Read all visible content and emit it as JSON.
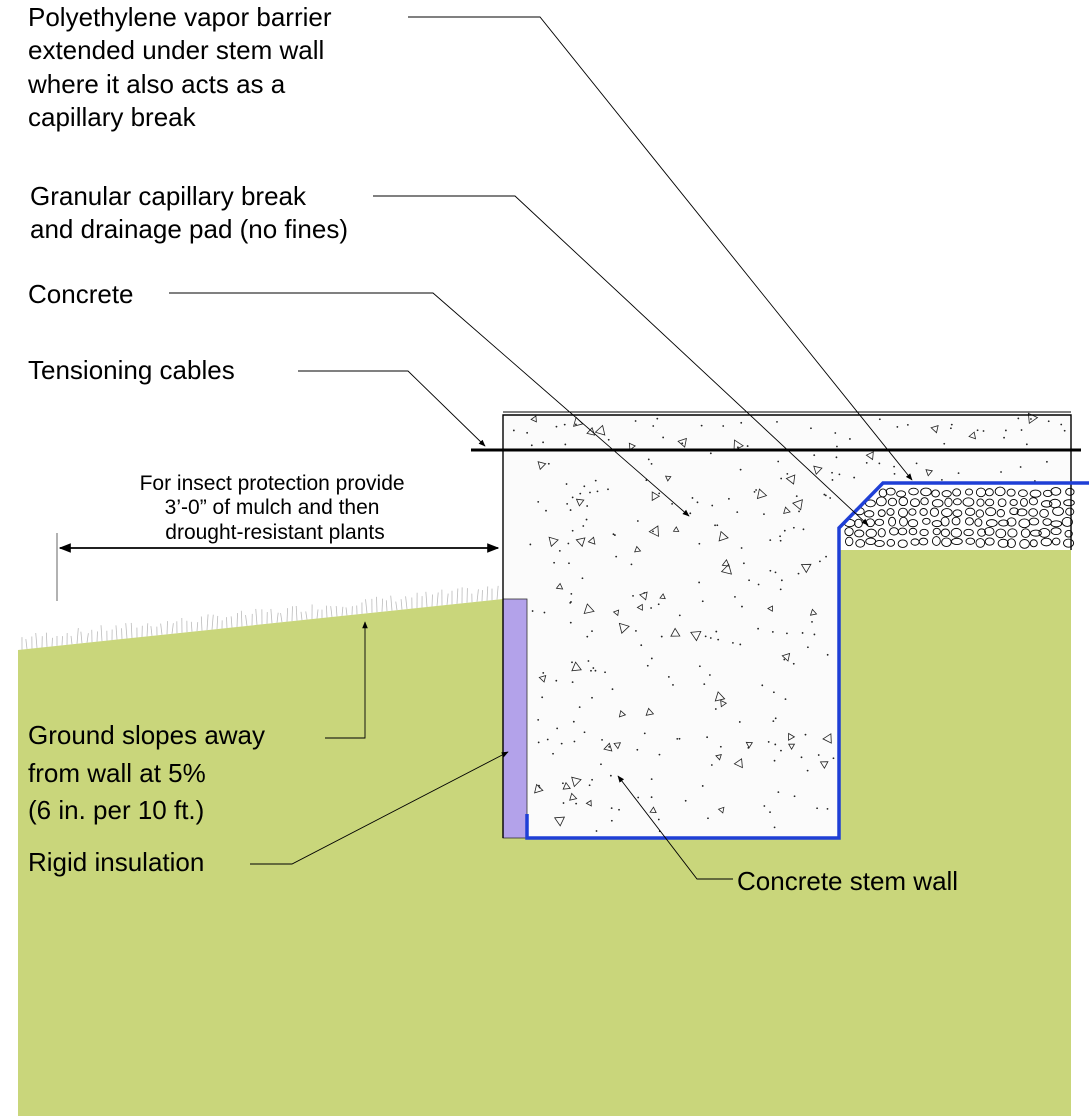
{
  "labels": {
    "vapor_barrier": [
      "Polyethylene vapor barrier",
      "extended under stem wall",
      "where it also acts as a",
      "capillary break"
    ],
    "granular": [
      "Granular capillary break",
      "and drainage pad (no fines)"
    ],
    "concrete": "Concrete",
    "cables": "Tensioning cables",
    "insect": [
      "For insect protection provide",
      "3’-0” of mulch and then",
      "drought-resistant plants"
    ],
    "slope": [
      "Ground slopes away",
      "from wall at 5%",
      "(6 in. per 10 ft.)"
    ],
    "insulation": "Rigid insulation",
    "stem_wall": "Concrete stem wall"
  },
  "colors": {
    "ground": "#c9d67b",
    "concrete": "#fbfbfb",
    "insulation": "#b3a2ea",
    "vapor_barrier": "#1f3fd6",
    "gravel": "#ffffff",
    "grass": "#bbbbbb"
  }
}
